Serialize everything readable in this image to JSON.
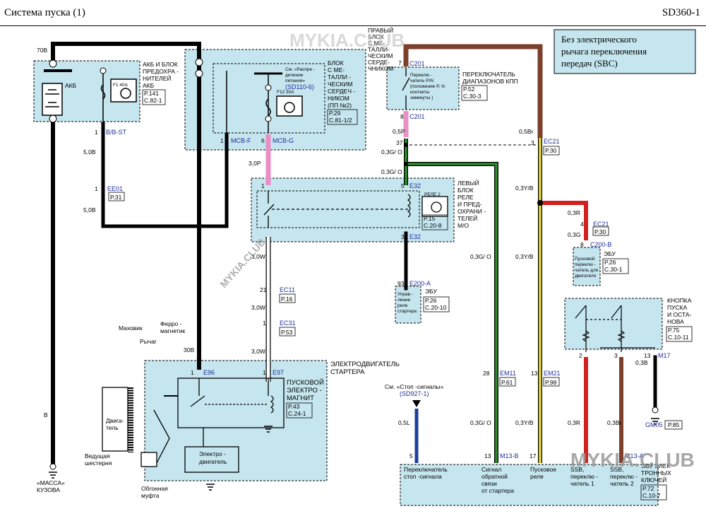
{
  "header": {
    "title": "Система   пуска (1)",
    "code": "SD360-1"
  },
  "watermark": {
    "text": "MYKIA.CLUB",
    "text_small": "MYKIA.CLUB"
  },
  "sbc_note": [
    "Без  электрического",
    "рычага  переключения",
    "передач  (SBC)"
  ],
  "components": {
    "akb_block": [
      "АКБ И БЛОК",
      "ПРЕДОХРА -",
      "НИТЕЛЕЙ",
      "АКБ"
    ],
    "akb_block_ref": [
      "P.141",
      "C.82-1"
    ],
    "akb": "АКБ",
    "fuse1": "F1 40A",
    "fuse2": "F12 30A",
    "see_distribution": [
      "См. «Распре -",
      "деление",
      "питания»"
    ],
    "see_distribution_ref": "(SD110-6)",
    "block_smart": [
      "БЛОК",
      "С МЕ-",
      "ТАЛЛИ -",
      "ЧЕСКИМ",
      "СЕРДЕЧ -",
      "НИКОМ",
      "(ПП №2)"
    ],
    "block_smart_ref": [
      "P.29",
      "C.81-1/2"
    ],
    "right_block": [
      "ПРАВЫЙ",
      "БЛОК",
      "С МЕ-",
      "ТАЛЛИ-",
      "ЧЕСКИМ",
      "СЕРДЕ-",
      "ЧНИКОМ"
    ],
    "pn_switch": [
      "Переклю -",
      "чатель P/N",
      "(положение  P, N",
      "контакты",
      "замкнуты )"
    ],
    "range_switch": [
      "ПЕРЕКЛЮЧАТЕЛЬ",
      "ДИАПАЗОНОВ КПП"
    ],
    "range_switch_ref": [
      "P.52",
      "C.30-3"
    ],
    "left_block": [
      "ЛЕВЫЙ",
      "БЛОК",
      "РЕЛЕ",
      "И ПРЕД-",
      "ОХРАНИ -",
      "ТЕЛЕЙ",
      "М/О"
    ],
    "left_block_ref": [
      "P.15",
      "C.20-8"
    ],
    "relay2": "РЕЛЕ 2",
    "ecu_start": [
      "Управ -",
      "ление",
      "реле",
      "стартера"
    ],
    "ecu1": "ЭБУ",
    "ecu1_ref": [
      "P.26",
      "C.20-10"
    ],
    "ecu_pb": [
      "Пусковой",
      "переклю -",
      "чатель для",
      "двигателя"
    ],
    "ecu2": "ЭБУ",
    "ecu2_ref": [
      "P.26",
      "C.30-1"
    ],
    "button": [
      "КНОПКА",
      "ПУСКА",
      "И ОСТА-",
      "НОВА"
    ],
    "button_ref": [
      "P.75",
      "C.10-11"
    ],
    "starter": [
      "ЭЛЕКТРОДВИГАТЕЛЬ",
      "СТАРТЕРА"
    ],
    "solenoid": [
      "ПУСКОВОЙ",
      "ЭЛЕКТРО -",
      "МАГНИТ"
    ],
    "solenoid_ref": [
      "P.43",
      "C.24-1"
    ],
    "flywheel": "Маховик",
    "ferro": [
      "Ферро -",
      "магнетик"
    ],
    "lever": "Рычаг",
    "engine": [
      "Двига-",
      "тель"
    ],
    "drive_gear": [
      "Ведущая",
      "шестерня"
    ],
    "motor": [
      "Электро -",
      "двигатель"
    ],
    "overrun": [
      "Обгонная",
      "муфта"
    ],
    "ground": [
      "«МАССА»",
      "КУЗОВА"
    ],
    "see_stop": "См. «Стоп -сигналы»",
    "see_stop_ref": "(SD927-1)",
    "gm05": "GM05",
    "p85": "P.85",
    "bottom_ecu": [
      "ЭБУ  ЭЛЕК",
      "ТРОННЫХ",
      "КЛЮЧЕЙ"
    ],
    "bottom_ecu_ref": [
      "P.72",
      "C.10-7"
    ],
    "bottom_pins": [
      "Переключатель",
      "стоп -сигнала",
      "Сигнал",
      "обратной",
      "связи",
      "от стартера",
      "Пусковое",
      "реле",
      "SSB,",
      "переклю -",
      "чатель 1",
      "SSB,",
      "переклю -",
      "чатель 2"
    ]
  },
  "connectors": {
    "bbst": "B/B-ST",
    "ee01": "EE01",
    "p31": "P.31",
    "mcbf": "MCB-F",
    "mcbg": "MCB-G",
    "c201": "C201",
    "ec21": "EC21",
    "p30": "P.30",
    "e32": "E32",
    "e200a": "E200-A",
    "c200b": "C200-B",
    "ec11": "EC11",
    "p16": "P.16",
    "ec31": "EC31",
    "p53": "P.53",
    "e96": "E96",
    "e97": "E97",
    "em11": "EM11",
    "p61": "P.61",
    "em21": "EM21",
    "p98": "P.98",
    "m17": "M17",
    "m13b": "M13-B",
    "m13a": "M13-A"
  },
  "wires": {
    "w70b": "70B",
    "wb": "B",
    "w30b": "30B",
    "w50b": "5,0B",
    "w30p": "3,0P",
    "w05p": "0,5P",
    "w05br": "0,5Br",
    "w03go": "0,3G/ O",
    "w03yb": "0,3Y/B",
    "w03r": "0,3R",
    "w03g": "0,3G",
    "w03b": "0,3B",
    "w30w": "3,0W",
    "w05l": "0,5L",
    "w03br": "0,3Br"
  },
  "pins": {
    "p1": "1",
    "p2": "2",
    "p3": "3",
    "p4": "4",
    "p5": "5",
    "p6": "6",
    "p7": "7",
    "p8": "8",
    "p13": "13",
    "p17": "17",
    "p21": "21",
    "p28": "28",
    "p37": "37",
    "p93": "93"
  },
  "colors": {
    "pink": "#e98fc6",
    "brown": "#7b3f2b",
    "green": "#2e8b2e",
    "yellow": "#e8dc3a",
    "red": "#d21f1f",
    "blue": "#1f3f9f",
    "black": "#000000",
    "box": "#c5e6ef"
  }
}
